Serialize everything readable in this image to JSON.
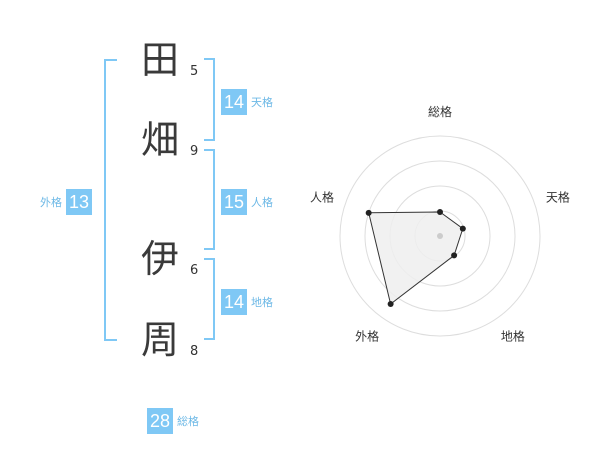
{
  "name": {
    "chars": [
      {
        "char": "田",
        "strokes": "5"
      },
      {
        "char": "畑",
        "strokes": "9"
      },
      {
        "char": "伊",
        "strokes": "6"
      },
      {
        "char": "周",
        "strokes": "8"
      }
    ]
  },
  "grades": {
    "tenkaku": {
      "value": "14",
      "label": "天格"
    },
    "jinkaku": {
      "value": "15",
      "label": "人格"
    },
    "chikaku": {
      "value": "14",
      "label": "地格"
    },
    "gaikaku": {
      "value": "13",
      "label": "外格"
    },
    "soukaku": {
      "value": "28",
      "label": "総格"
    }
  },
  "colors": {
    "accent": "#7fc8f5",
    "bracket": "#7fc8f5",
    "radar_fill": "#eeeeee"
  },
  "chart_data": {
    "type": "radar",
    "axes": [
      "総格",
      "天格",
      "地格",
      "外格",
      "人格"
    ],
    "values": [
      0.24,
      0.24,
      0.24,
      0.84,
      0.75
    ],
    "rings": 4
  }
}
